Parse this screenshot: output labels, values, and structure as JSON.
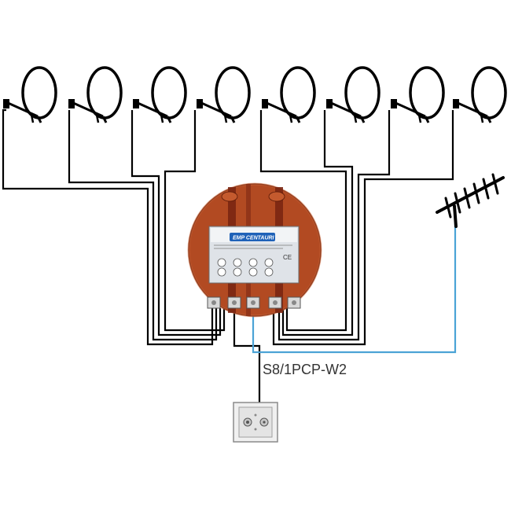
{
  "diagram": {
    "title": "",
    "switch": {
      "model": "S8/1PCP-W2",
      "brand": "EMP CENTAURI",
      "body_color": "#b24a22",
      "stripe_color": "#7a2612",
      "label_color": "#dfe3e8"
    },
    "dishes": [
      {
        "name": "dish-1"
      },
      {
        "name": "dish-2"
      },
      {
        "name": "dish-3"
      },
      {
        "name": "dish-4"
      },
      {
        "name": "dish-5"
      },
      {
        "name": "dish-6"
      },
      {
        "name": "dish-7"
      },
      {
        "name": "dish-8"
      }
    ],
    "terrestrial_antenna": {
      "name": "terrestrial-antenna-icon"
    },
    "wall_outlet": {
      "name": "wall-outlet-icon"
    },
    "colors": {
      "coax": "#000000",
      "terrestrial_coax": "#4ba3d6"
    }
  }
}
